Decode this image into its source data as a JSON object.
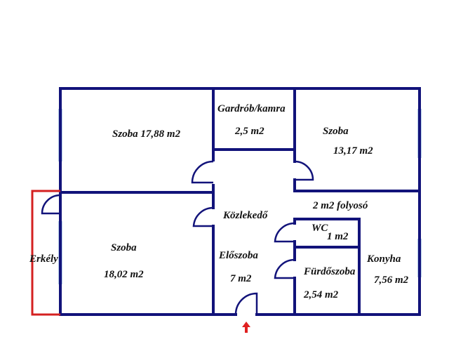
{
  "colors": {
    "wall": "#12137a",
    "window": "#b7cfea",
    "balcony": "#d42020",
    "entrance_arrow": "#e02020",
    "background": "#ffffff",
    "text": "#111111"
  },
  "rooms": {
    "room_top_left": {
      "name": "Szoba 17,88 m2"
    },
    "pantry": {
      "name": "Gardrób/kamra",
      "area": "2,5 m2"
    },
    "room_top_right": {
      "name": "Szoba",
      "area": "13,17 m2"
    },
    "corridor": {
      "name": "2 m2 folyosó"
    },
    "hallway": {
      "name": "Közlekedő"
    },
    "wc": {
      "name": "WC",
      "area": "1 m2"
    },
    "room_bottom_left": {
      "name": "Szoba",
      "area": "18,02 m2"
    },
    "balcony": {
      "name": "Erkély"
    },
    "entry_hall": {
      "name": "Előszoba",
      "area": "7 m2"
    },
    "bathroom": {
      "name": "Fürdőszoba",
      "area": "2,54 m2"
    },
    "kitchen": {
      "name": "Konyha",
      "area": "7,56 m2"
    }
  },
  "icons": {
    "entrance": "up-arrow-icon",
    "door": "door-swing-icon"
  }
}
